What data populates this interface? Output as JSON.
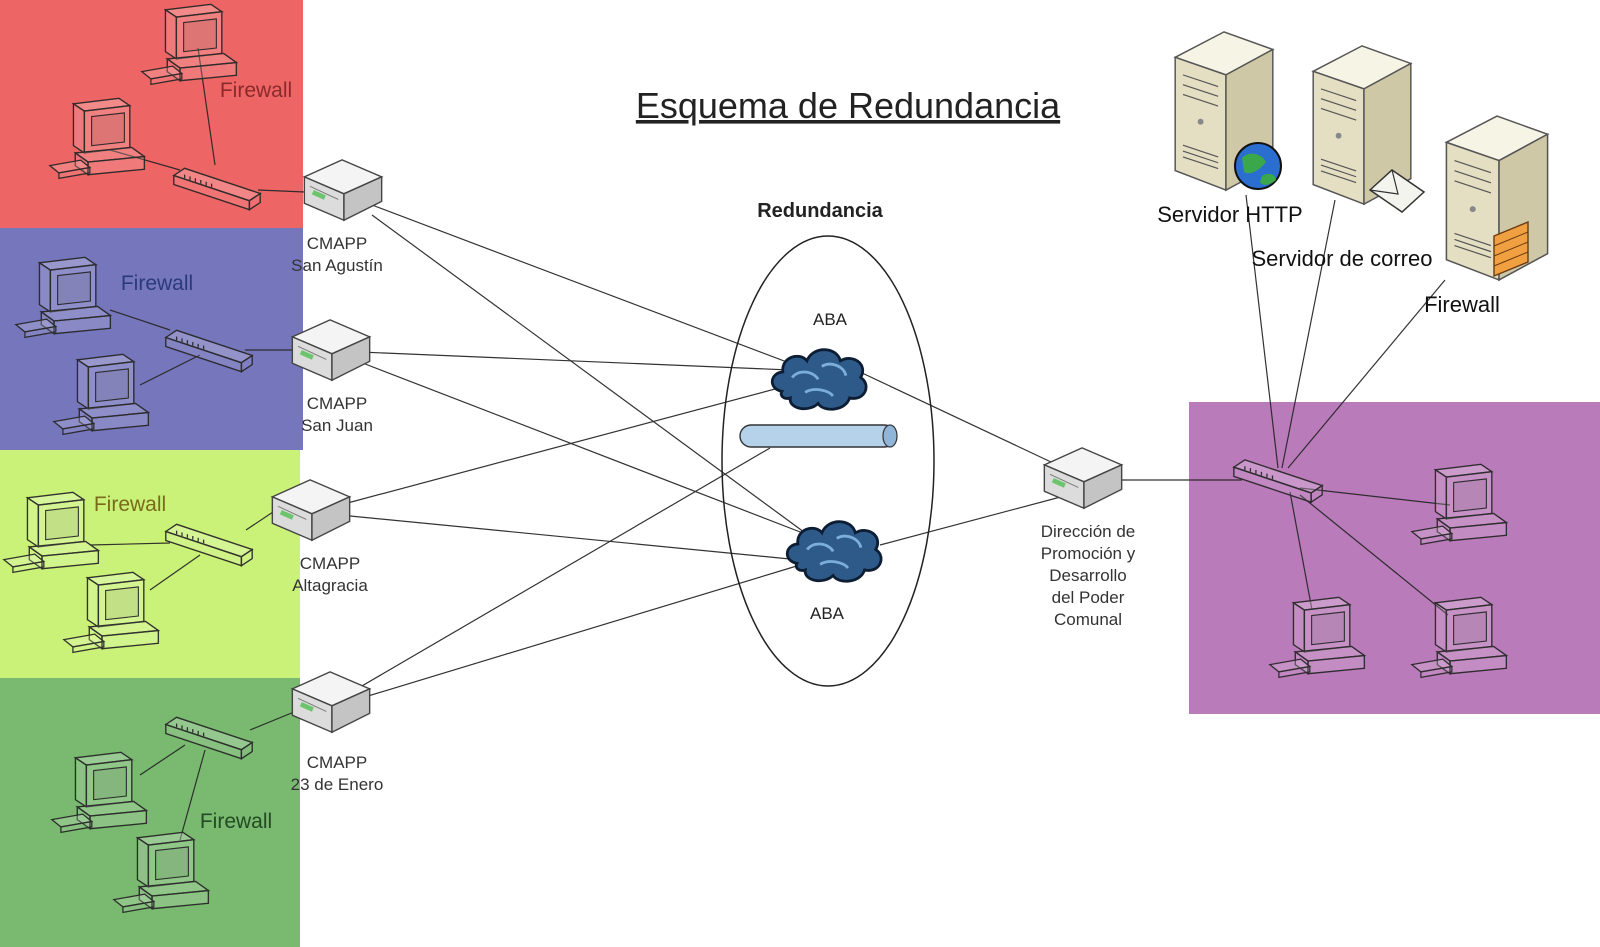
{
  "title": "Esquema de Redundancia",
  "redundancy": {
    "heading": "Redundancia",
    "cloud_top_label": "ABA",
    "cloud_bottom_label": "ABA"
  },
  "sites": [
    {
      "line1": "CMAPP",
      "line2": "San Agustín",
      "firewall_label": "Firewall",
      "zone_color": "#f27b7b"
    },
    {
      "line1": "CMAPP",
      "line2": "San Juan",
      "firewall_label": "Firewall",
      "zone_color": "#8c8ccb"
    },
    {
      "line1": "CMAPP",
      "line2": "Altagracia",
      "firewall_label": "Firewall",
      "zone_color": "#d6f58f"
    },
    {
      "line1": "CMAPP",
      "line2": "23 de Enero",
      "firewall_label": "Firewall",
      "zone_color": "#8fc886"
    }
  ],
  "hq": {
    "lines": [
      "Dirección de",
      "Promoción y",
      "Desarrollo",
      "del Poder",
      "Comunal"
    ],
    "zone_color": "#c990c9"
  },
  "servers": {
    "http_label": "Servidor HTTP",
    "mail_label": "Servidor de correo",
    "firewall_label": "Firewall"
  }
}
